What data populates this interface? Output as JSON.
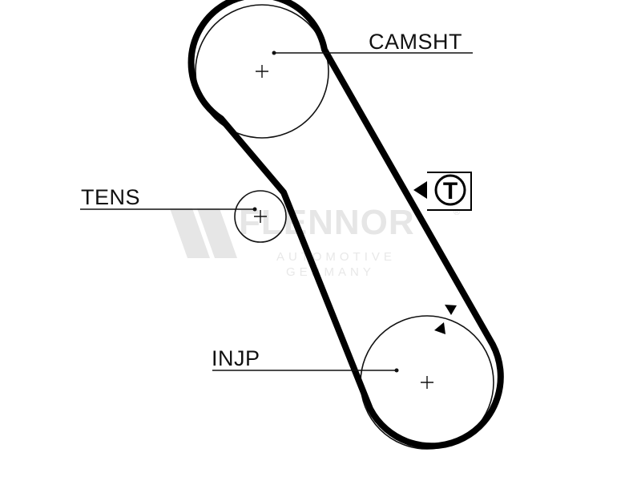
{
  "labels": {
    "camshaft": "CAMSHT",
    "tensioner": "TENS",
    "injection_pump": "INJP"
  },
  "tension_badge": {
    "letter": "T",
    "icon": "tension-arrow-icon"
  },
  "rotation_marks": {
    "icon": "rotation-direction-arrow-icon"
  },
  "watermark": {
    "brand": "FLENNOR",
    "line1": "AUTOMOTIVE",
    "line2": "GERMANY",
    "registered": "®",
    "logo_icon": "flennor-logo-icon"
  },
  "colors": {
    "belt": "#000000",
    "pulley_outline": "#111111",
    "watermark": "#e6e6e6"
  }
}
